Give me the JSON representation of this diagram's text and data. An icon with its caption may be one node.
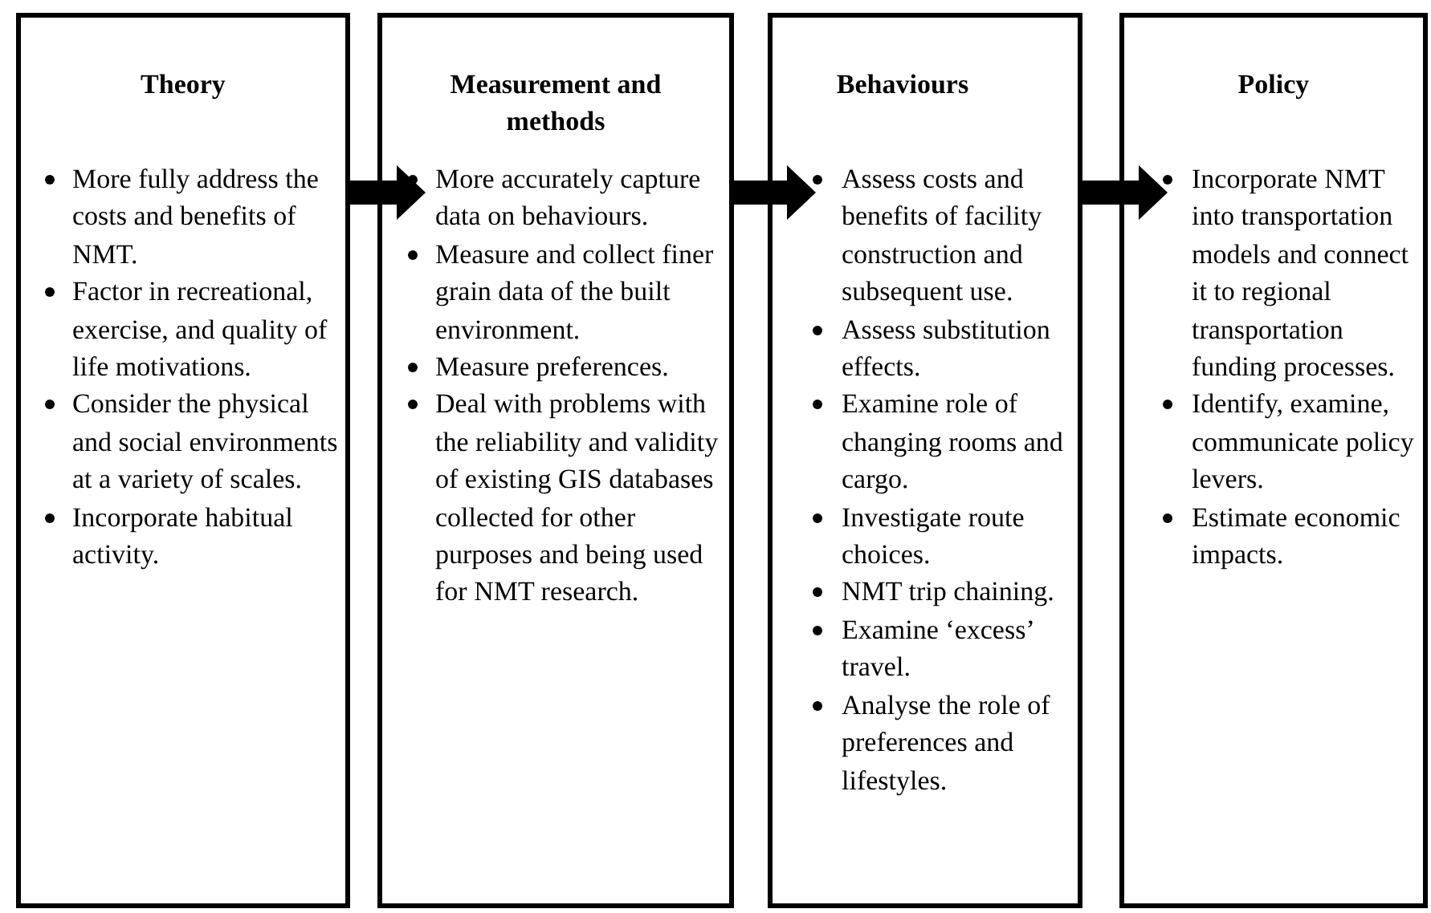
{
  "diagram": {
    "nodes": [
      {
        "text": [
          "Theory",
          "More fully address the costs and benefits of NMT.",
          "Factor in recreational, exercise, and quality of life motivations.",
          "Consider the physical and social environments at a variety of scales.",
          "Incorporate habitual activity."
        ]
      },
      {
        "text": [
          "Measurement and methods",
          "More accurately capture data on behaviours.",
          "Measure and collect finer grain data of the built environment.",
          "Measure preferences.",
          "Deal with problems with the reliability and validity of existing GIS databases collected for other purposes and being used for NMT research."
        ]
      },
      {
        "text": [
          "Behaviours",
          "Assess costs and benefits of facility construction and subsequent use.",
          "Assess substitution effects.",
          "Examine role of changing rooms and cargo.",
          "Investigate route choices.",
          "NMT trip chaining.",
          "Examine ‘excess’ travel.",
          "Analyse the role of preferences and lifestyles."
        ]
      },
      {
        "text": [
          "Policy",
          "Incorporate NMT into transportation models and connect it to regional transportation funding processes.",
          "Identify, examine, communicate policy levers.",
          "Estimate economic impacts."
        ]
      }
    ],
    "edges": [
      {
        "from": 0,
        "to": 1,
        "arrow": "to"
      },
      {
        "from": 1,
        "to": 2,
        "arrow": "to"
      },
      {
        "from": 2,
        "to": 3,
        "arrow": "to"
      }
    ]
  }
}
